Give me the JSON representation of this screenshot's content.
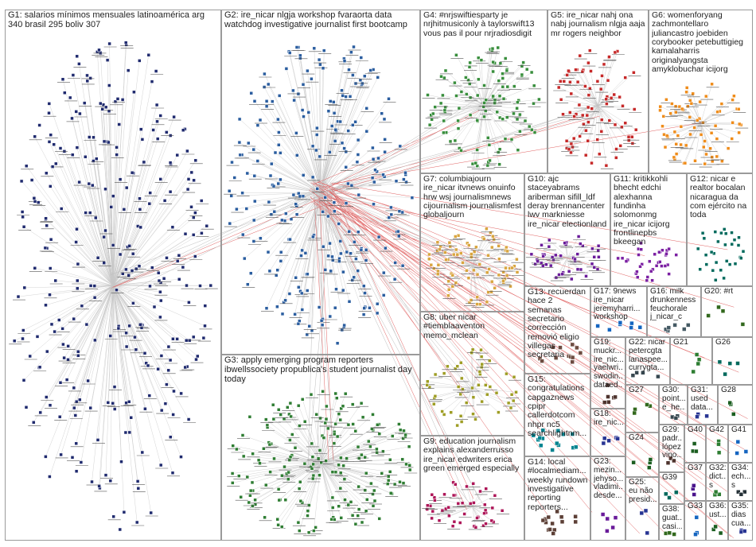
{
  "groups": [
    {
      "id": "G1",
      "text": "G1: salarios mínimos mensuales latinoamérica arg 340 brasil 295 boliv 307",
      "color": "#1f2a6e",
      "density": 300
    },
    {
      "id": "G2",
      "text": "G2: ire_nicar nlgja workshop fvaraorta data watchdog investigative journalist first bootcamp",
      "color": "#2a5d9f",
      "density": 260
    },
    {
      "id": "G3",
      "text": "G3: apply emerging program reporters ibwellssociety propublica's student journalist day today",
      "color": "#2e7d32",
      "density": 190
    },
    {
      "id": "G4",
      "text": "G4: #nrjswiftiesparty je nrjhitmusiconly à taylorswift13 vous pas il pour nrjradiosdigit",
      "color": "#388e3c",
      "density": 110
    },
    {
      "id": "G5",
      "text": "G5: ire_nicar nahj ona nabj journalism nlgja aaja mr rogers neighbor",
      "color": "#c62828",
      "density": 80
    },
    {
      "id": "G6",
      "text": "G6: womenforyang zachmontellaro juliancastro joebiden corybooker petebuttigieg kamalaharris originalyangsta amyklobuchar icijorg",
      "color": "#ef8c1a",
      "density": 70
    },
    {
      "id": "G7",
      "text": "G7: columbiajourn ire_nicar itvnews onuinfo hrw wsj journalismnews cijournalism journalismfest globaljourn",
      "color": "#d9a53f",
      "density": 80
    },
    {
      "id": "G8",
      "text": "G8: uber nicar #tiemblaaventon memo_mclean",
      "color": "#9e9d24",
      "density": 50
    },
    {
      "id": "G9",
      "text": "G9: education journalism explains alexanderrusso ire_nicar edwriters erica green emerged especially",
      "color": "#ad1457",
      "density": 45
    },
    {
      "id": "G10",
      "text": "G10: ajc staceyabrams ariberman sifill_ldf deray brennancenter lwv markniesse ire_nicar electionland",
      "color": "#6a1b9a",
      "density": 45
    },
    {
      "id": "G11",
      "text": "G11: kritikkohli bhecht edchi alexhanna fundinha solomonmg ire_nicar icijorg frontlinepbs bkeegan",
      "color": "#7b1fa2",
      "density": 35
    },
    {
      "id": "G12",
      "text": "G12: nicar e realtor bocalan nicaragua da com ejército na toda",
      "color": "#00695c",
      "density": 30
    },
    {
      "id": "G13",
      "text": "G13: recuerdan hace 2 semanas secretario corrección removió eligio villegas secretaria",
      "color": "#6d4c41",
      "density": 14
    },
    {
      "id": "G14",
      "text": "G14: local #localmediam... weekly rundown investigative reporting reporters...",
      "color": "#5d4037",
      "density": 14
    },
    {
      "id": "G15",
      "text": "G15: congratulations capgaznews cpipr callerdotcom nhpr nc5 searchlightnm...",
      "color": "#00838f",
      "density": 14
    },
    {
      "id": "G16",
      "text": "G16: milk drunkenness feuchorale j_nicar_c",
      "color": "#455a64",
      "density": 6
    },
    {
      "id": "G17",
      "text": "G17: 9news ire_nicar jeremyharri... workshop",
      "color": "#1565c0",
      "density": 8
    },
    {
      "id": "G18",
      "text": "G18: ire_nic...",
      "color": "#283593",
      "density": 5
    },
    {
      "id": "G19",
      "text": "G19: muckr... ire_nic... yaelwri... swodin... dataed...",
      "color": "#4e342e",
      "density": 6
    },
    {
      "id": "G20",
      "text": "G20: #rt",
      "color": "#33691e",
      "density": 4
    },
    {
      "id": "G21",
      "text": "G21",
      "color": "#2e7d32",
      "density": 4
    },
    {
      "id": "G22",
      "text": "G22: nicar petercgta lanaspee... currygta...",
      "color": "#37474f",
      "density": 5
    },
    {
      "id": "G23",
      "text": "G23: mezin... jehyso... vladimi... desde...",
      "color": "#6a1b9a",
      "density": 5
    },
    {
      "id": "G24",
      "text": "G24",
      "color": "#1b5e20",
      "density": 4
    },
    {
      "id": "G25",
      "text": "G25: eu não presid...",
      "color": "#283593",
      "density": 3
    },
    {
      "id": "G26",
      "text": "G26",
      "color": "#00695c",
      "density": 4
    },
    {
      "id": "G27",
      "text": "G27",
      "color": "#33691e",
      "density": 4
    },
    {
      "id": "G28",
      "text": "G28",
      "color": "#1b5e20",
      "density": 3
    },
    {
      "id": "G29",
      "text": "G29: padr... lópez vino...",
      "color": "#4e342e",
      "density": 3
    },
    {
      "id": "G30",
      "text": "G30: point... e_he...",
      "color": "#37474f",
      "density": 3
    },
    {
      "id": "G31",
      "text": "G31: used data...",
      "color": "#283593",
      "density": 3
    },
    {
      "id": "G32",
      "text": "G32: dict... s",
      "color": "#2e7d32",
      "density": 3
    },
    {
      "id": "G33",
      "text": "G33",
      "color": "#1565c0",
      "density": 3
    },
    {
      "id": "G34",
      "text": "G34: ech... s",
      "color": "#263238",
      "density": 3
    },
    {
      "id": "G35",
      "text": "G35: dias cua...",
      "color": "#283593",
      "density": 3
    },
    {
      "id": "G36",
      "text": "G36: ust...",
      "color": "#1b5e20",
      "density": 3
    },
    {
      "id": "G37",
      "text": "G37",
      "color": "#4a148c",
      "density": 3
    },
    {
      "id": "G38",
      "text": "G38: guat... casi...",
      "color": "#33691e",
      "density": 3
    },
    {
      "id": "G39",
      "text": "G39",
      "color": "#00695c",
      "density": 3
    },
    {
      "id": "G40",
      "text": "G40",
      "color": "#1b5e20",
      "density": 3
    },
    {
      "id": "G41",
      "text": "G41",
      "color": "#1565c0",
      "density": 3
    },
    {
      "id": "G42",
      "text": "G42",
      "color": "#2e7d32",
      "density": 3
    }
  ]
}
